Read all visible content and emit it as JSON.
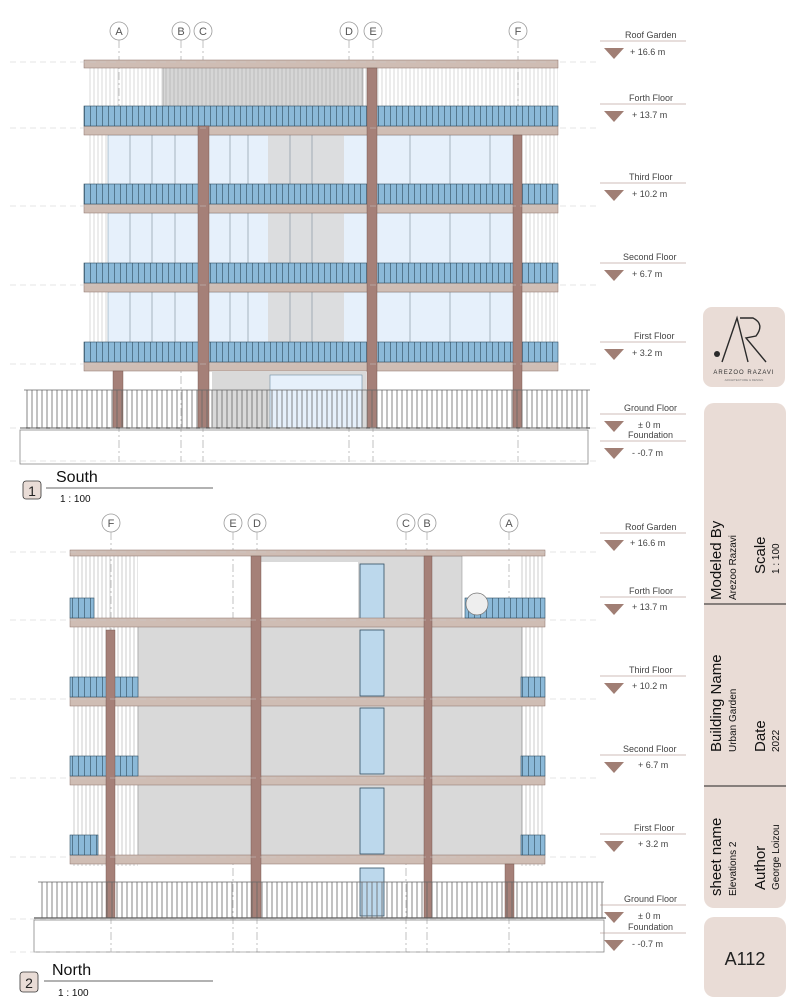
{
  "levels": [
    {
      "name": "Roof Garden",
      "value": "+ 16.6 m"
    },
    {
      "name": "Forth Floor",
      "value": "+ 13.7 m"
    },
    {
      "name": "Third Floor",
      "value": "+ 10.2 m"
    },
    {
      "name": "Second Floor",
      "value": "+ 6.7 m"
    },
    {
      "name": "First Floor",
      "value": "+ 3.2 m"
    },
    {
      "name": "Ground Floor",
      "value": "± 0 m"
    },
    {
      "name": "Foundation",
      "value": "- -0.7 m"
    }
  ],
  "views": {
    "south": {
      "number": "1",
      "title": "South",
      "scale": "1 : 100",
      "grid_labels": [
        "A",
        "B",
        "C",
        "D",
        "E",
        "F"
      ]
    },
    "north": {
      "number": "2",
      "title": "North",
      "scale": "1 : 100",
      "grid_labels": [
        "F",
        "E",
        "D",
        "C",
        "B",
        "A"
      ]
    }
  },
  "title_block": {
    "logo": {
      "text": "AREZOO RAZAVI",
      "tagline": "ARCHITECTURE & DESIGN"
    },
    "modeled_by": {
      "label": "Modeled By",
      "value": "Arezoo Razavi"
    },
    "scale": {
      "label": "Scale",
      "value": "1 : 100"
    },
    "building_name": {
      "label": "Building Name",
      "value": "Urban Garden"
    },
    "date": {
      "label": "Date",
      "value": "2022"
    },
    "sheet_name": {
      "label": "sheet name",
      "value": "Elevations 2"
    },
    "author": {
      "label": "Author",
      "value": "George Loizou"
    },
    "sheet_number": "A112"
  },
  "colors": {
    "frame": "#cfbdb4",
    "column": "#a58078",
    "glass": "#bcd8ec",
    "glass_light": "#e6f0fb",
    "wall": "#d9d9d9",
    "level_marker": "#a07e74",
    "panel": "#e9dcd6"
  }
}
